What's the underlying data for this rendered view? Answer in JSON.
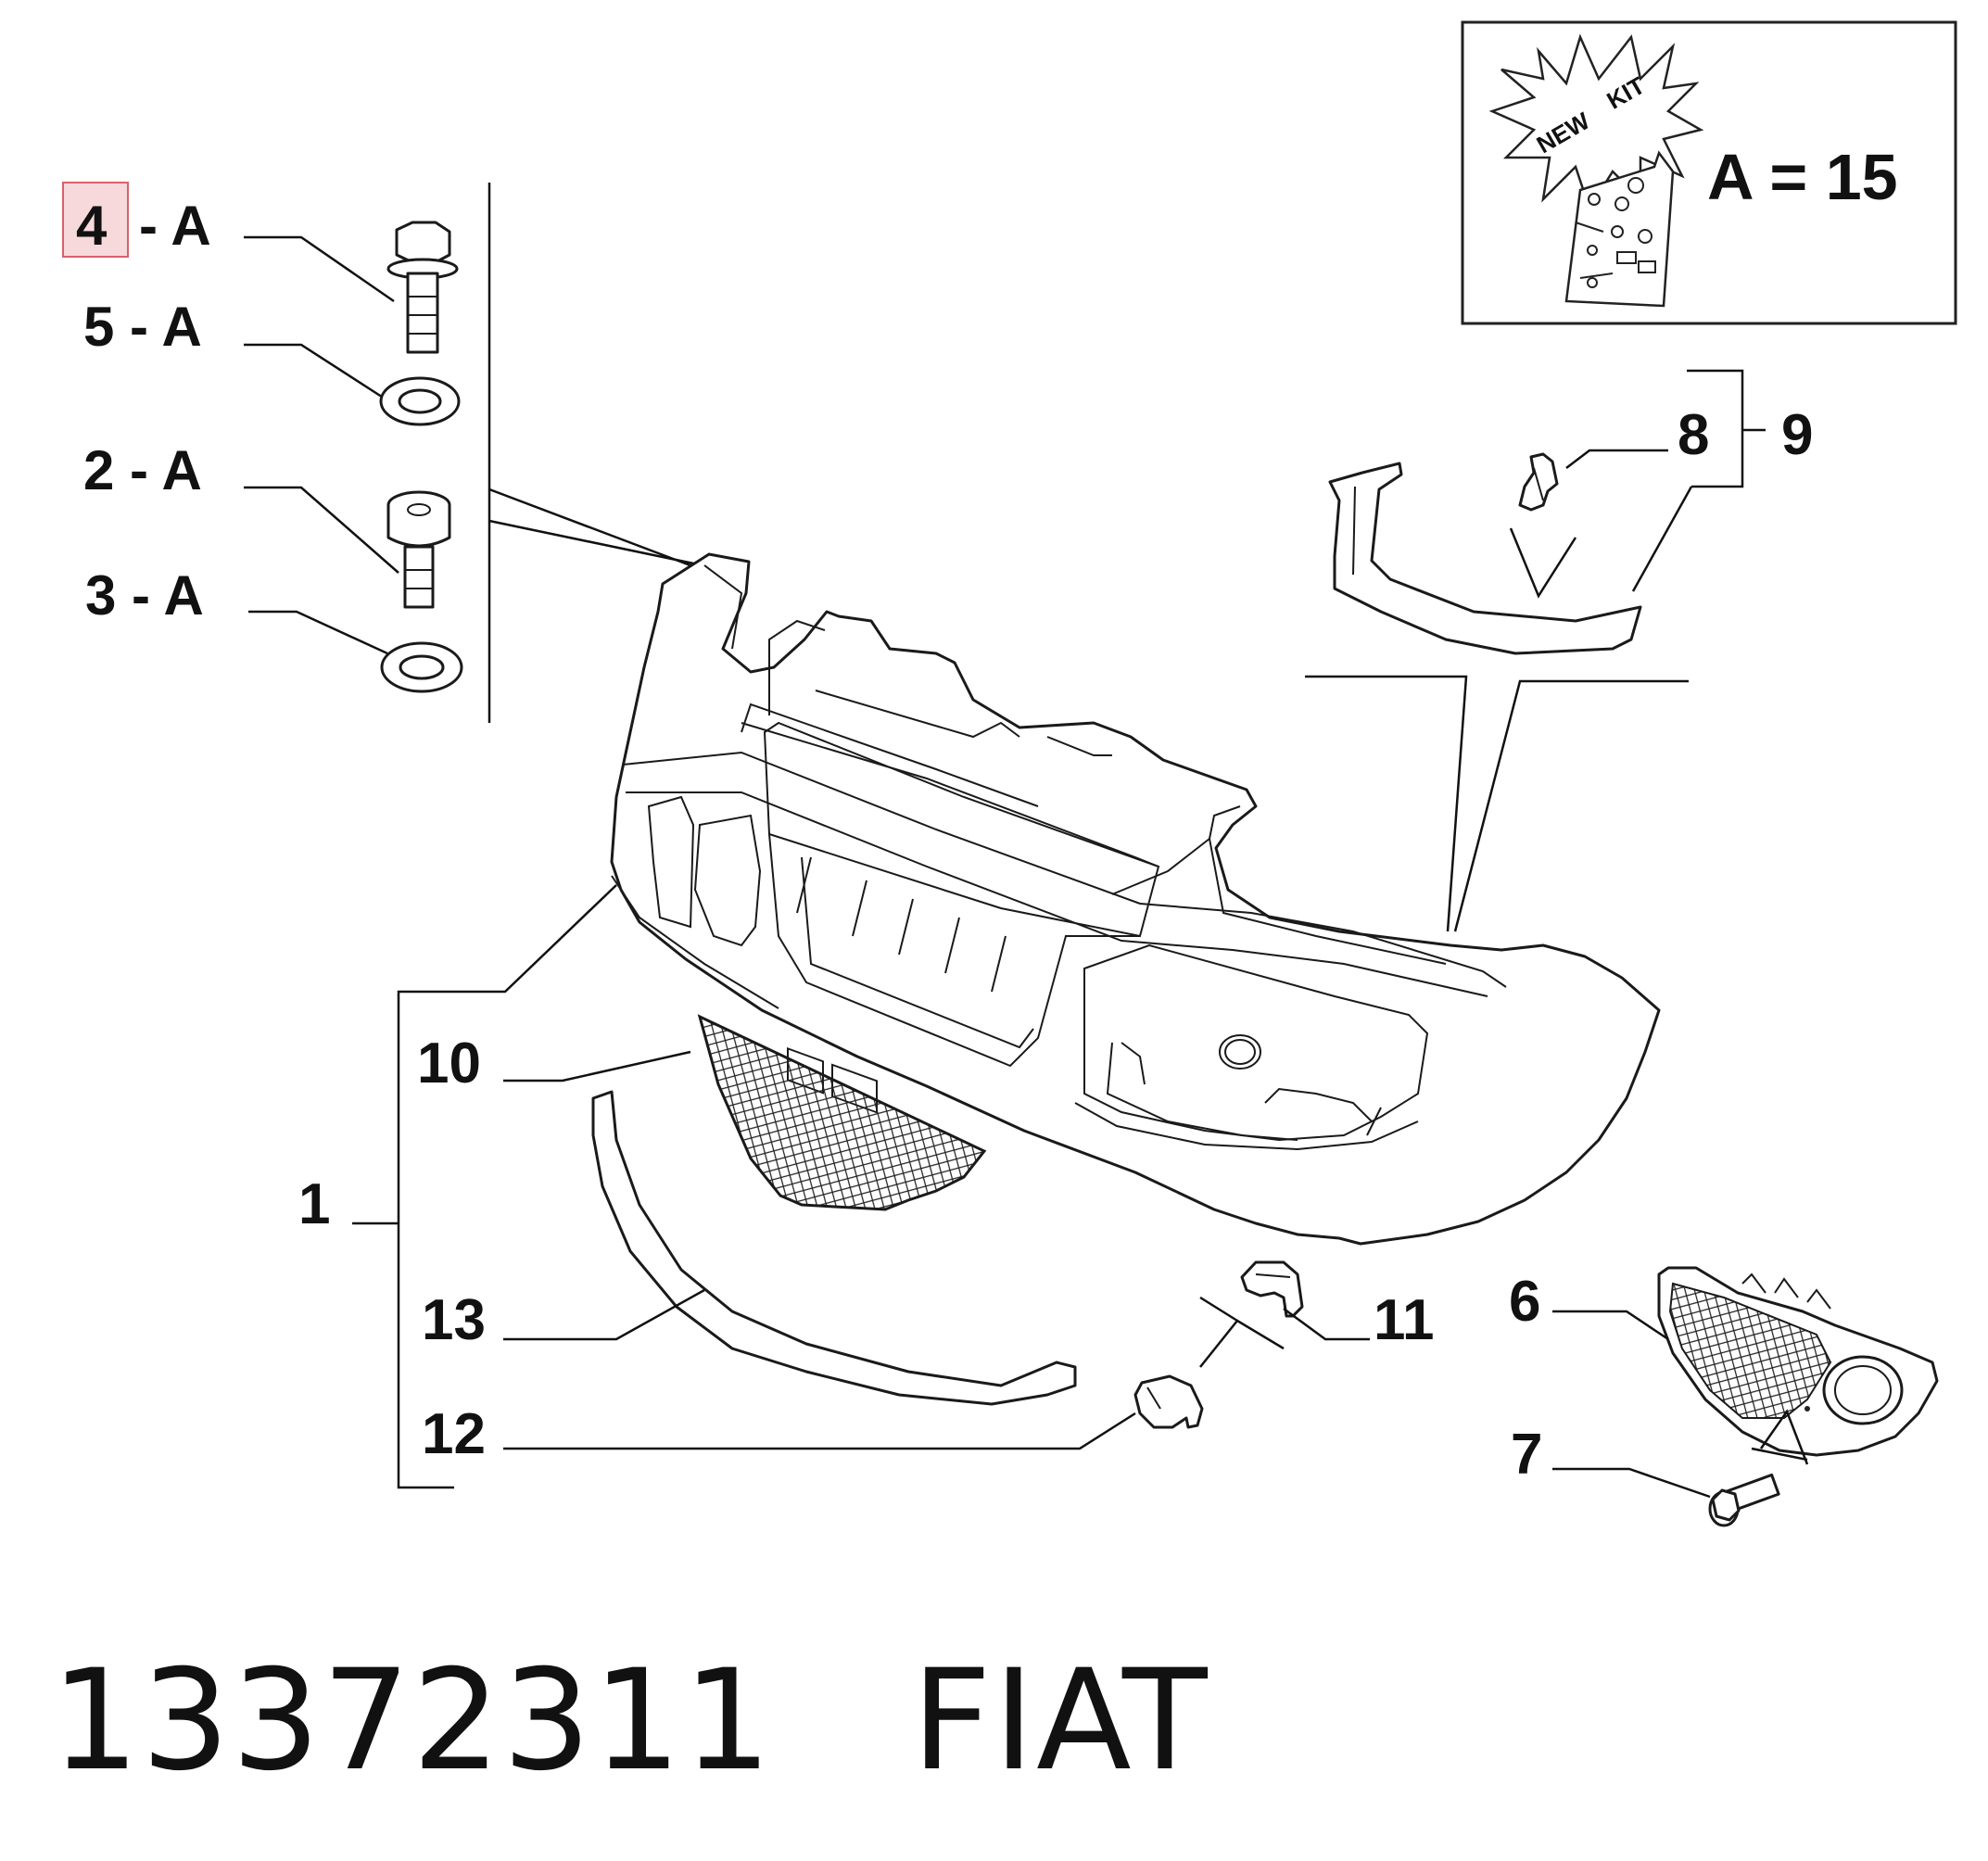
{
  "labels": {
    "l4": "4",
    "l4_suffix": "- A",
    "l5": "5 - A",
    "l2": "2 - A",
    "l3": "3 - A",
    "l8": "8",
    "l9": "9",
    "l1": "1",
    "l10": "10",
    "l13": "13",
    "l12": "12",
    "l11": "11",
    "l6": "6",
    "l7": "7"
  },
  "kit_box": {
    "starburst_text_1": "NEW",
    "starburst_text_2": "KIT",
    "formula": "A = 15"
  },
  "footer": {
    "part_number": "13372311",
    "brand": "FIAT"
  },
  "colors": {
    "highlight_fill": "#f7d9dc",
    "highlight_border": "#d9616b",
    "line": "#111111"
  }
}
